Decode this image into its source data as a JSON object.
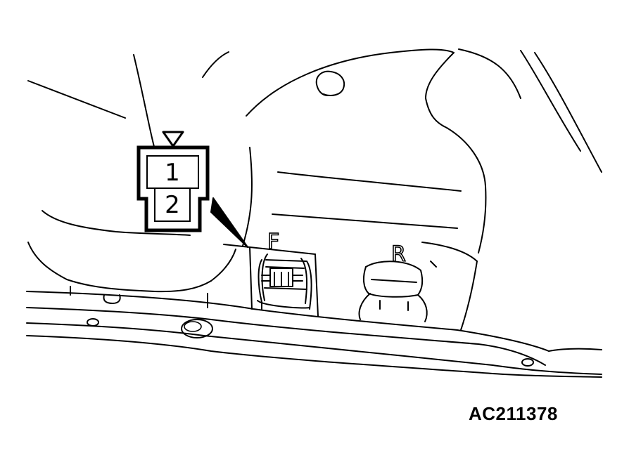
{
  "connector": {
    "pin_top": "1",
    "pin_bottom": "2"
  },
  "labels": {
    "front": "F",
    "rear": "R"
  },
  "figure_id": "AC211378"
}
